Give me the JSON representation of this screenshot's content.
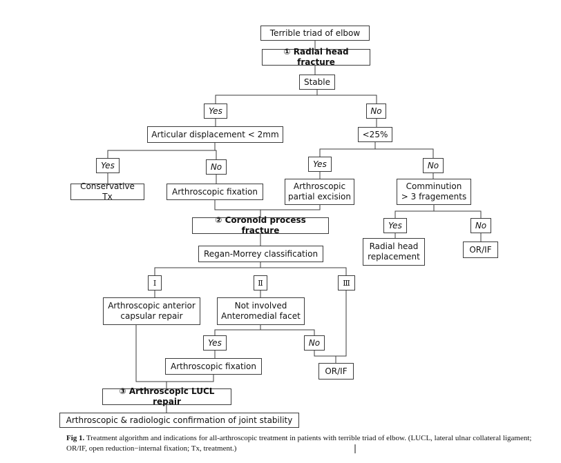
{
  "nodes": {
    "triad": "Terrible triad of elbow",
    "radial_head": "① Radial head fracture",
    "stable": "Stable",
    "yes_stable": "Yes",
    "no_stable": "No",
    "articular": "Articular displacement < 2mm",
    "lt25": "<25%",
    "yes_articular": "Yes",
    "no_articular": "No",
    "yes_25": "Yes",
    "no_25": "No",
    "conservative": "Conservative Tx",
    "arthro_fixation_1": "Arthroscopic fixation",
    "partial_excision": "Arthroscopic\npartial excision",
    "comminution": "Comminution\n> 3 fragements",
    "coronoid": "② Coronoid  process fracture",
    "yes_comminution": "Yes",
    "no_comminution": "No",
    "radial_replacement": "Radial head\nreplacement",
    "orif_1": "OR/IF",
    "regan": "Regan-Morrey classification",
    "type_1": "Ⅰ",
    "type_2": "Ⅱ",
    "type_3": "Ⅲ",
    "capsular_repair": "Arthroscopic anterior\ncapsular repair",
    "not_involved": "Not involved\nAnteromedial facet",
    "yes_facet": "Yes",
    "no_facet": "No",
    "arthro_fixation_2": "Arthroscopic fixation",
    "orif_2": "OR/IF",
    "lucl": "③ Arthroscopic LUCL repair",
    "confirmation": "Arthroscopic & radiologic confirmation of joint stability"
  },
  "caption": {
    "label": "Fig 1.",
    "text": " Treatment algorithm and indications for all-arthroscopic treatment in patients with terrible triad of elbow. (LUCL, lateral ulnar collateral ligament; OR/IF, open reduction−internal fixation; Tx, treatment.)"
  }
}
